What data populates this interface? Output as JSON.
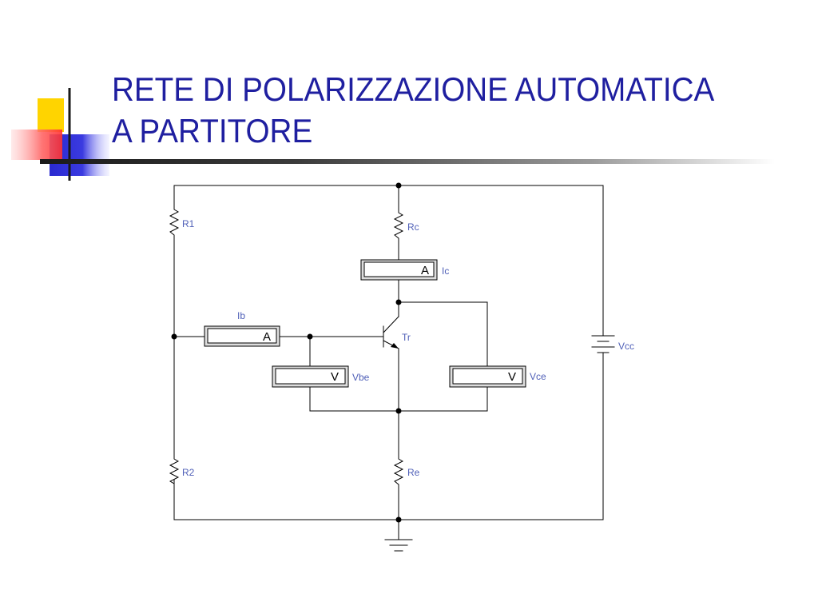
{
  "slide": {
    "title_line1": "RETE DI POLARIZZAZIONE AUTOMATICA",
    "title_line2": "A PARTITORE",
    "title_color": "#1f1fa0",
    "label_color": "#5060b8"
  },
  "circuit": {
    "labels": {
      "r1": "R1",
      "r2": "R2",
      "rc": "Rc",
      "re": "Re",
      "ib": "Ib",
      "ic": "Ic",
      "vbe": "Vbe",
      "vce": "Vce",
      "tr": "Tr",
      "vcc": "Vcc"
    },
    "meters": {
      "ammeter_letter": "A",
      "voltmeter_letter": "V"
    }
  }
}
